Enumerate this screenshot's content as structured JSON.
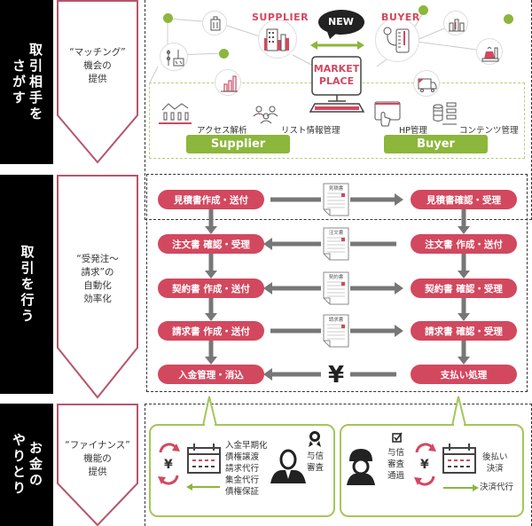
{
  "sections": [
    {
      "title_columns": [
        "取引相手を",
        "さがす"
      ],
      "chevron_text": "“マッチング”\n機会の\n提供"
    },
    {
      "title_columns": [
        "取引を行う"
      ],
      "chevron_text": "“受発注〜\n請求”の\n自動化\n効率化"
    },
    {
      "title_columns": [
        "お金の",
        "やりとり"
      ],
      "chevron_text": "“ファイナンス”\n機能の\n提供"
    }
  ],
  "matching": {
    "supplier_title": "SUPPLIER",
    "buyer_title": "BUYER",
    "new_bubble": "NEW",
    "market_place": [
      "MARKET",
      "PLACE"
    ],
    "features": {
      "access_analysis": "アクセス解析",
      "list_management": "リスト情報管理",
      "hp_management": "HP管理",
      "content_management": "コンテンツ管理"
    },
    "supplier_button": "Supplier",
    "buyer_button": "Buyer"
  },
  "workflow": {
    "supplier_steps": [
      "見積書作成・送付",
      "注文書 確認・受理",
      "契約書 作成・送付",
      "請求書 作成・送付",
      "入金管理・消込"
    ],
    "buyer_steps": [
      "見積書確認・受理",
      "注文書 作成・送付",
      "契約書 確認・受理",
      "請求書 確認・受理",
      "支払い処理"
    ],
    "documents": [
      "見積書",
      "注文書",
      "契約書",
      "請求書"
    ],
    "directions": [
      "right",
      "left",
      "both",
      "right",
      "left"
    ],
    "yen_symbol": "¥"
  },
  "finance": {
    "supplier_services": "入金早期化\n債権譲渡\n請求代行\n集金代行\n債権保証",
    "supplier_credit": "与信\n審査",
    "buyer_credit": "与信\n審査\n通過",
    "buyer_deferred": "後払い\n決済",
    "buyer_settlement": "決済代行",
    "yen_symbol": "¥"
  },
  "colors": {
    "accent_red": "#d2485f",
    "accent_green": "#8db63c",
    "chevron_border": "#b5566b",
    "arrow_gray": "#777777"
  }
}
